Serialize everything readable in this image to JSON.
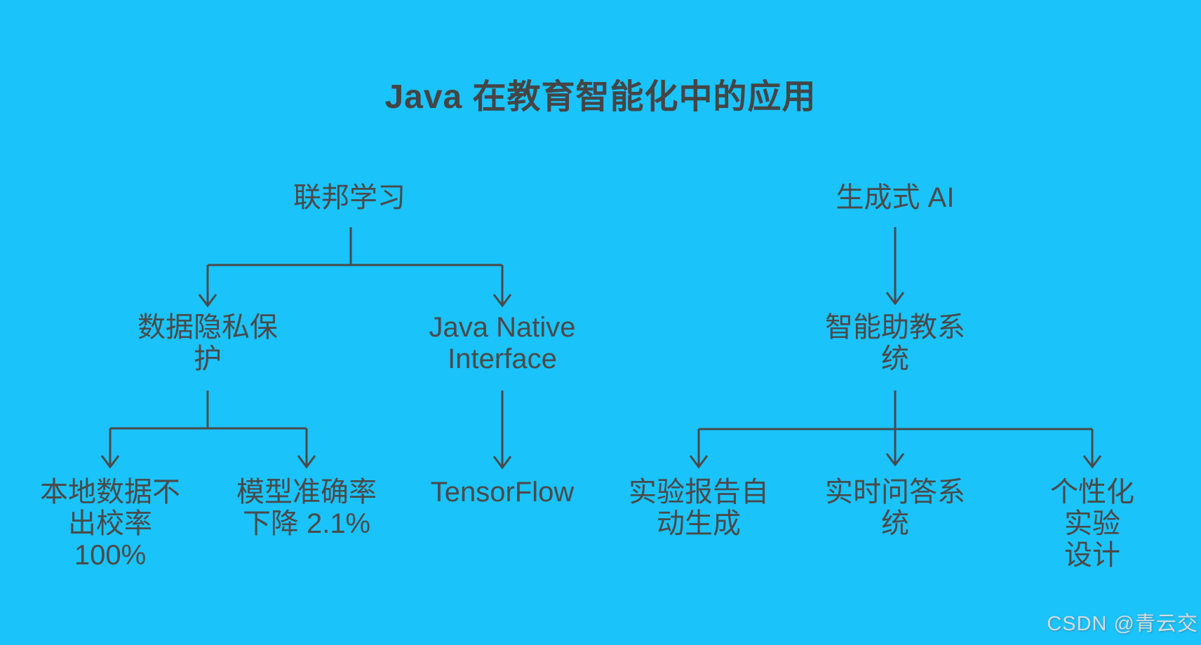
{
  "page": {
    "title": "Java 在教育智能化中的应用",
    "watermark": "CSDN @青云交"
  },
  "colors": {
    "background": "#1ac3fa",
    "node_text": "#4a4a4a",
    "connector": "#4a4a4a",
    "title_text": "#454545",
    "watermark_text": "#cfdde4"
  },
  "nodes": {
    "federated_learning": {
      "label": "联邦学习"
    },
    "data_privacy": {
      "label": "数据隐私保\n护"
    },
    "jni": {
      "label": "Java Native\nInterface"
    },
    "local_data": {
      "label": "本地数据不\n出校率\n100%"
    },
    "model_accuracy": {
      "label": "模型准确率\n下降 2.1%"
    },
    "tensorflow": {
      "label": "TensorFlow"
    },
    "generative_ai": {
      "label": "生成式 AI"
    },
    "ta_system": {
      "label": "智能助教系\n统"
    },
    "report_gen": {
      "label": "实验报告自\n动生成"
    },
    "qa_system": {
      "label": "实时问答系\n统"
    },
    "personalized": {
      "label": "个性化实验\n设计"
    }
  },
  "diagram": {
    "type": "tree",
    "trees": [
      {
        "root": "联邦学习",
        "branches": [
          {
            "node": "数据隐私保护",
            "children": [
              "本地数据不出校率 100%",
              "模型准确率下降 2.1%"
            ]
          },
          {
            "node": "Java Native Interface",
            "children": [
              "TensorFlow"
            ]
          }
        ]
      },
      {
        "root": "生成式 AI",
        "branches": [
          {
            "node": "智能助教系统",
            "children": [
              "实验报告自动生成",
              "实时问答系统",
              "个性化实验设计"
            ]
          }
        ]
      }
    ]
  }
}
